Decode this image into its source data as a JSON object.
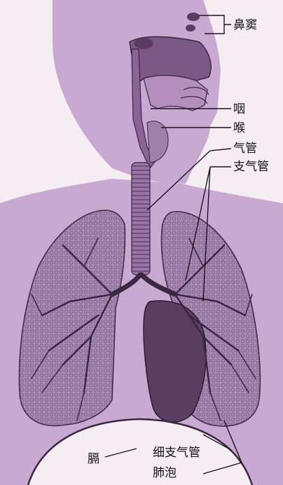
{
  "labels": {
    "nasal_sinus": "鼻窦",
    "pharynx": "咽",
    "larynx": "喉",
    "trachea": "气管",
    "bronchus": "支气管",
    "diaphragm": "膈",
    "bronchiole": "细支气管",
    "alveolus": "肺泡"
  },
  "colors": {
    "background": "#f4eef3",
    "body": "#c9a8d2",
    "lung": "#a889b3",
    "heart": "#5b3f63",
    "ink": "#2a1c30"
  }
}
